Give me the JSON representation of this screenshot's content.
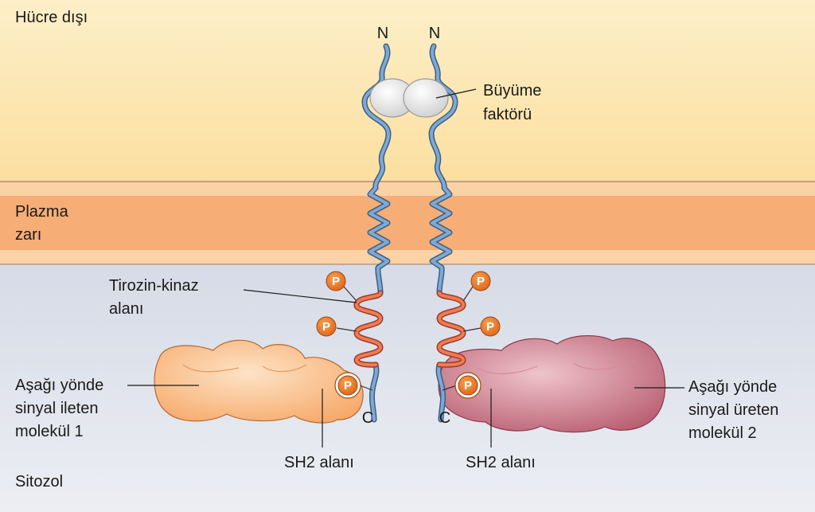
{
  "regions": {
    "extracellular": "Hücre dışı",
    "membrane_line1": "Plazma",
    "membrane_line2": "zarı",
    "cytosol": "Sitozol"
  },
  "labels": {
    "growth_factor_line1": "Büyüme",
    "growth_factor_line2": "faktörü",
    "tyrosine_kinase_line1": "Tirozin-kinaz",
    "tyrosine_kinase_line2": "alanı",
    "downstream_left_line1": "Aşağı yönde",
    "downstream_left_line2": "sinyal ileten",
    "downstream_left_line3": "molekül 1",
    "downstream_right_line1": "Aşağı yönde",
    "downstream_right_line2": "sinyal üreten",
    "downstream_right_line3": "molekül 2",
    "sh2_left": "SH2 alanı",
    "sh2_right": "SH2 alanı"
  },
  "termini": {
    "n_left": "N",
    "n_right": "N",
    "c_left": "C",
    "c_right": "C"
  },
  "phospho": {
    "symbol": "P"
  },
  "colors": {
    "extracellular_bg": "#fce6b4",
    "membrane": "#f6ad76",
    "cytosol_bg": "#dfe3ec",
    "receptor_chain": "#6b9ac8",
    "kinase_domain": "#e36a49",
    "phosphate": "#e8781e",
    "molecule_1": "#f9b77a",
    "molecule_2": "#c96d7d",
    "growth_factor": "#f2f2f2"
  }
}
